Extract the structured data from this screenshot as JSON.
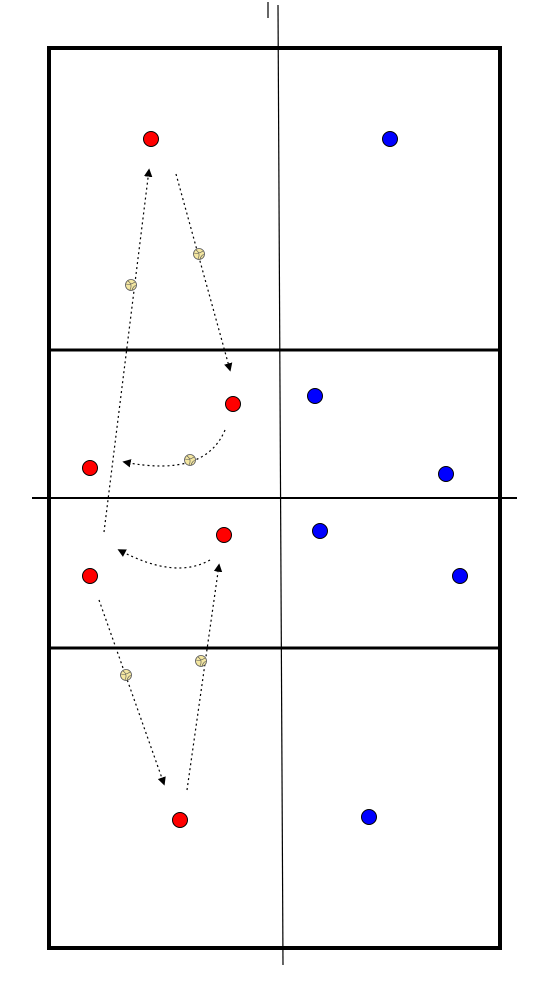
{
  "diagram": {
    "type": "volleyball-drill",
    "court_color": "#000000",
    "team_a": {
      "name": "",
      "color": "#ff0000",
      "player_count": 6
    },
    "team_b": {
      "name": "",
      "color": "#0000ff",
      "player_count": 6
    },
    "ball": {
      "icon": "volleyball-icon",
      "color": "#f4e7a1"
    },
    "passes": 6,
    "runs": 2,
    "arrow_style": "dotted",
    "net_orientation": "vertical-center"
  }
}
